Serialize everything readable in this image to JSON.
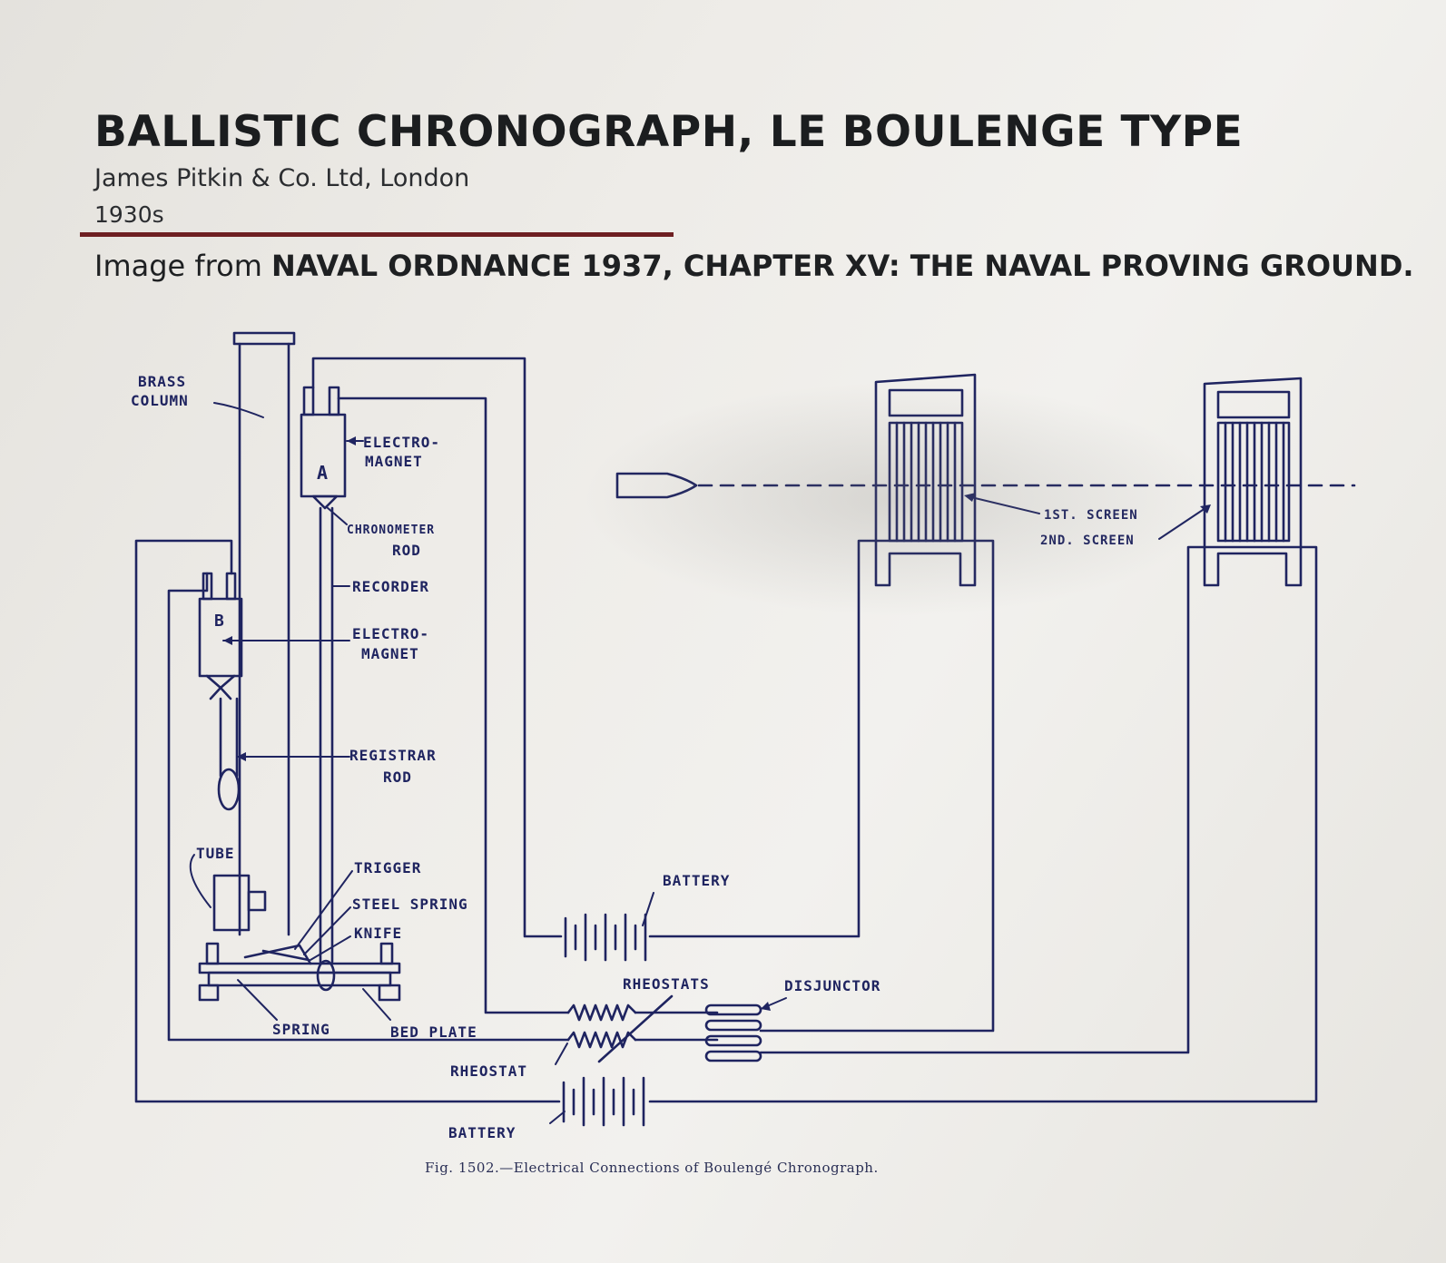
{
  "header": {
    "title": "BALLISTIC CHRONOGRAPH, LE BOULENGE TYPE",
    "maker": "James Pitkin & Co. Ltd, London",
    "date": "1930s",
    "source_prefix": "Image from ",
    "source_bold": "NAVAL ORDNANCE 1937, CHAPTER XV: THE NAVAL PROVING GROUND."
  },
  "diagram": {
    "labels": {
      "brass": "BRASS",
      "column": "COLUMN",
      "electro1": "ELECTRO-",
      "magnet1": "MAGNET",
      "chronometer": "CHRONOMETER",
      "rod1": "ROD",
      "recorder": "RECORDER",
      "electro2": "ELECTRO-",
      "magnet2": "MAGNET",
      "registrar": "REGISTRAR",
      "rod2": "ROD",
      "tube": "TUBE",
      "trigger": "TRIGGER",
      "steel_spring": "STEEL SPRING",
      "knife": "KNIFE",
      "spring": "SPRING",
      "bed_plate": "BED PLATE",
      "battery_top": "BATTERY",
      "rheostats": "RHEOSTATS",
      "disjunctor": "DISJUNCTOR",
      "rheostat": "RHEOSTAT",
      "battery_bottom": "BATTERY",
      "screen1": "1ST. SCREEN",
      "screen2": "2ND. SCREEN",
      "magnet_a": "A",
      "magnet_b": "B"
    },
    "caption": "Fig. 1502.—Electrical Connections of Boulengé Chronograph."
  },
  "colors": {
    "ink": "#1f2460",
    "title": "#1b1d1f",
    "rule": "#6e1f22"
  }
}
